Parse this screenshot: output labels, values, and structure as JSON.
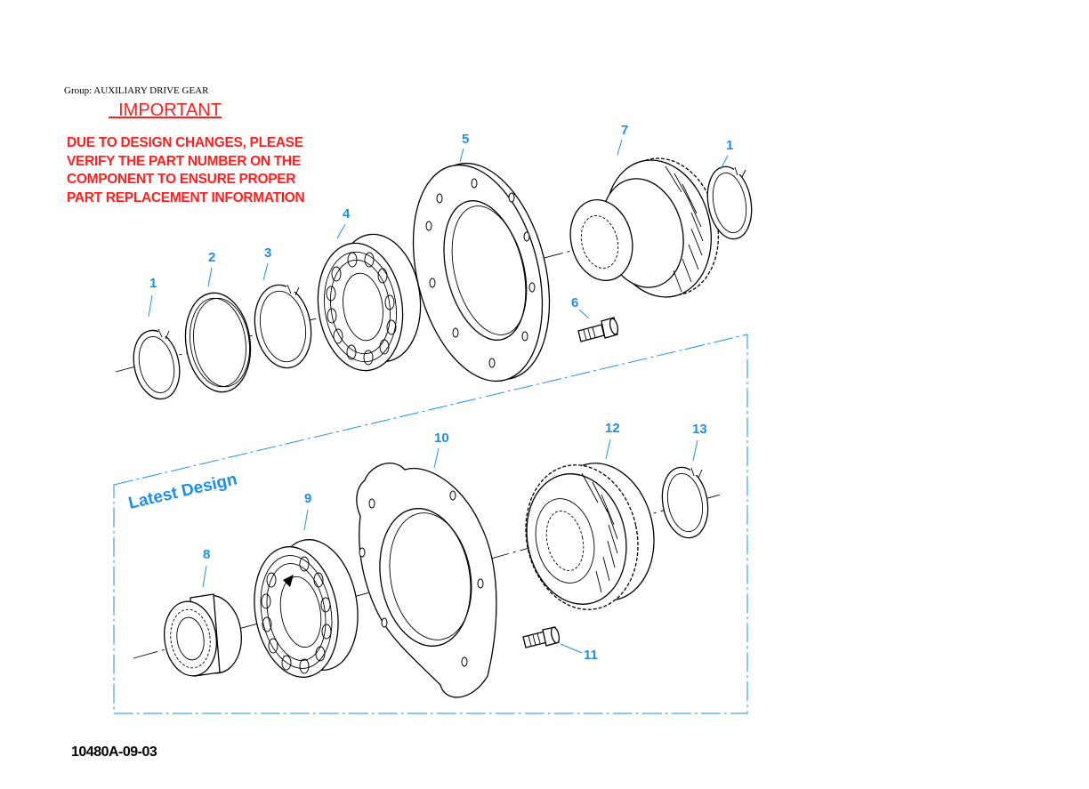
{
  "header": {
    "group_line": "Group: AUXILIARY DRIVE GEAR",
    "important_title": "  IMPORTANT",
    "warning_lines": [
      "DUE TO DESIGN CHANGES, PLEASE",
      "VERIFY THE PART NUMBER ON THE",
      "COMPONENT TO ENSURE PROPER",
      "PART REPLACEMENT INFORMATION"
    ]
  },
  "diagram": {
    "latest_design_label": "Latest Design",
    "callouts": {
      "c1_upper_right": "1",
      "c1_left": "1",
      "c2": "2",
      "c3": "3",
      "c4": "4",
      "c5": "5",
      "c6": "6",
      "c7": "7",
      "c8": "8",
      "c9": "9",
      "c10": "10",
      "c11": "11",
      "c12": "12",
      "c13": "13"
    }
  },
  "footer": {
    "figure_id": "10480A-09-03"
  },
  "colors": {
    "warning_red": "#ff1f1f",
    "callout_blue": "#1f8fe6"
  }
}
